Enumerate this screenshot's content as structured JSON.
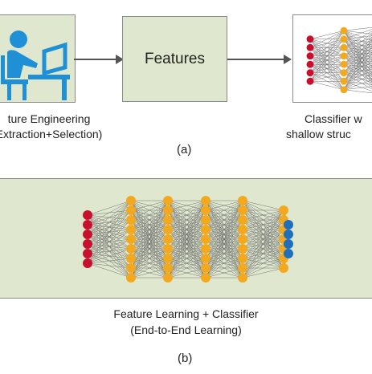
{
  "panel_a": {
    "engineering_caption_line1": "ture Engineering",
    "engineering_caption_line2": "Extraction+Selection)",
    "features_label": "Features",
    "classifier_caption_line1": "Classifier w",
    "classifier_caption_line2": "shallow struc",
    "tag": "(a)"
  },
  "panel_b": {
    "caption_line1": "Feature Learning + Classifier",
    "caption_line2": "(End-to-End Learning)",
    "tag": "(b)"
  },
  "colors": {
    "box_fill": "#dfe8cf",
    "icon_blue": "#1f8fd6",
    "input_node": "#c8102e",
    "hidden_node": "#f2a91f",
    "output_node": "#1f6fbf",
    "arrow": "#555555"
  },
  "networks": {
    "shallow": {
      "layers": [
        6,
        8,
        9
      ]
    },
    "deep": {
      "layers": [
        6,
        9,
        9,
        9,
        9,
        7,
        4
      ]
    }
  }
}
